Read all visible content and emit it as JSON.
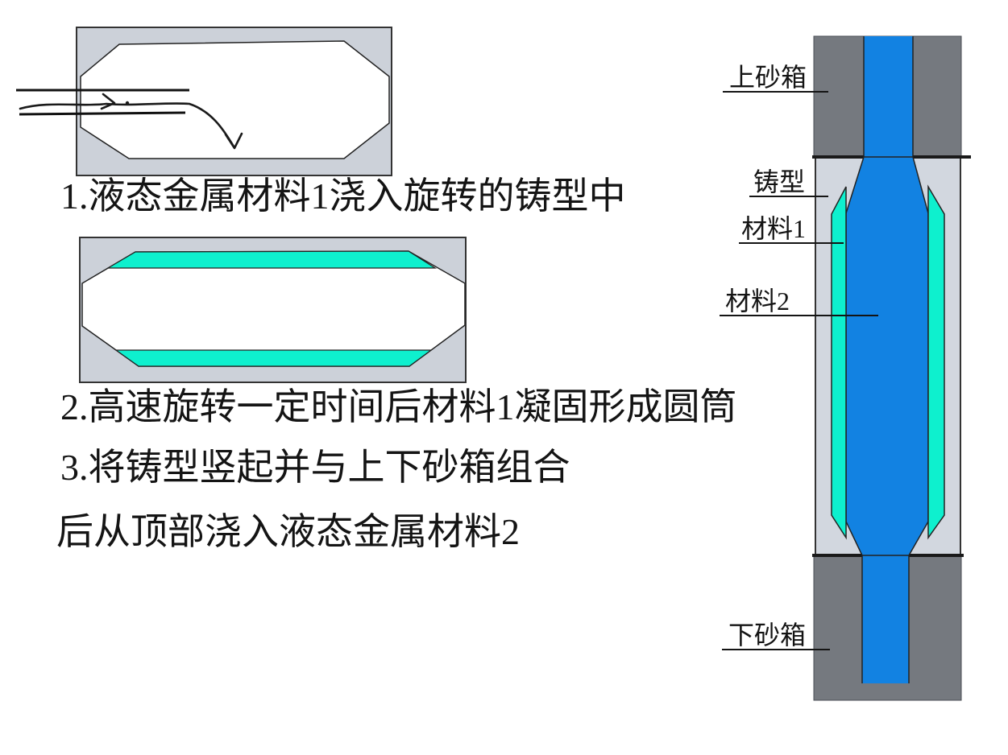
{
  "steps": [
    "1.液态金属材料1浇入旋转的铸型中",
    "2.高速旋转一定时间后材料1凝固形成圆筒",
    "3.将铸型竖起并与上下砂箱组合",
    "后从顶部浇入液态金属材料2"
  ],
  "vertical_assembly": {
    "labels": {
      "upper_flask": "上砂箱",
      "mold": "铸型",
      "material1": "材料1",
      "material2": "材料2",
      "lower_flask": "下砂箱"
    }
  },
  "colors": {
    "mold_gray_horizontal": "#ccd1d9",
    "mold_gray_vertical": "#d2d7df",
    "flask_dark_gray": "#75797f",
    "material1_cyan": "#0ef0ce",
    "material2_blue": "#1282e2",
    "cavity_white": "#ffffff",
    "outline_black": "#1a1a1a"
  }
}
